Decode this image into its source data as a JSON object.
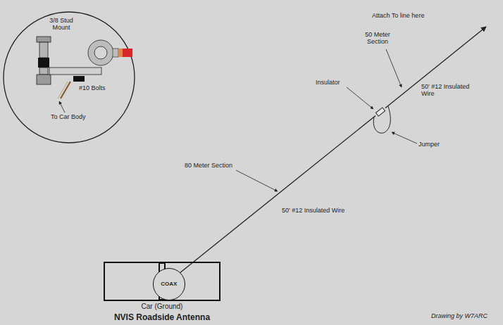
{
  "diagram": {
    "title": "NVIS Roadside Antenna",
    "nodes": [
      {
        "text": [
          "Car (Ground)"
        ]
      },
      {
        "text": [
          "COAX"
        ],
        "in": 0
      }
    ],
    "labels": [
      "Attach To line here",
      "50 Meter Section",
      "50' #12 Insulated Wire",
      "Insulator",
      "Jumper",
      "80 Meter Section",
      "50' #12 Insulated Wire",
      "3/8 Stud Mount",
      "#10 Bolts",
      "To Car Body",
      "Drawing by W7ARC"
    ]
  }
}
